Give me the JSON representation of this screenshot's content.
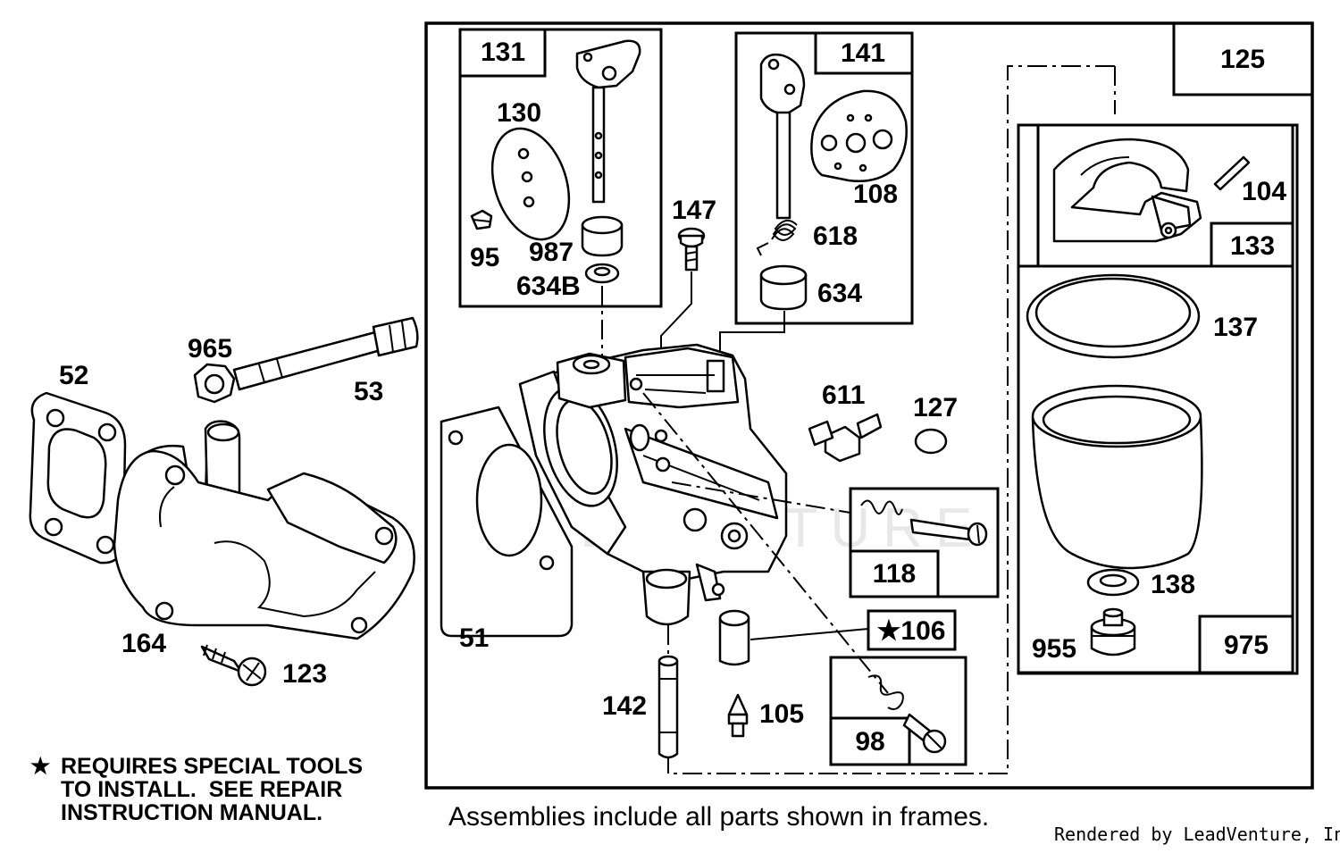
{
  "frame_labels": {
    "f125": "125",
    "f131": "131",
    "f141": "141",
    "f133": "133",
    "f118": "118",
    "f106": "★106",
    "f98": "98",
    "f975": "975"
  },
  "part_labels": {
    "p52": "52",
    "p965": "965",
    "p53": "53",
    "p164": "164",
    "p123": "123",
    "p130": "130",
    "p95": "95",
    "p987": "987",
    "p634B": "634B",
    "p147": "147",
    "p108": "108",
    "p618": "618",
    "p634": "634",
    "p611": "611",
    "p127": "127",
    "p51": "51",
    "p142": "142",
    "p105": "105",
    "p104": "104",
    "p137": "137",
    "p138": "138",
    "p955": "955"
  },
  "notes": {
    "star": "★",
    "special_tools": "REQUIRES SPECIAL TOOLS\nTO INSTALL.  SEE REPAIR\nINSTRUCTION MANUAL."
  },
  "caption": "Assemblies include all parts shown in frames.",
  "credit": "Rendered by LeadVenture, Inc.",
  "watermark": "LEADVENTURE"
}
